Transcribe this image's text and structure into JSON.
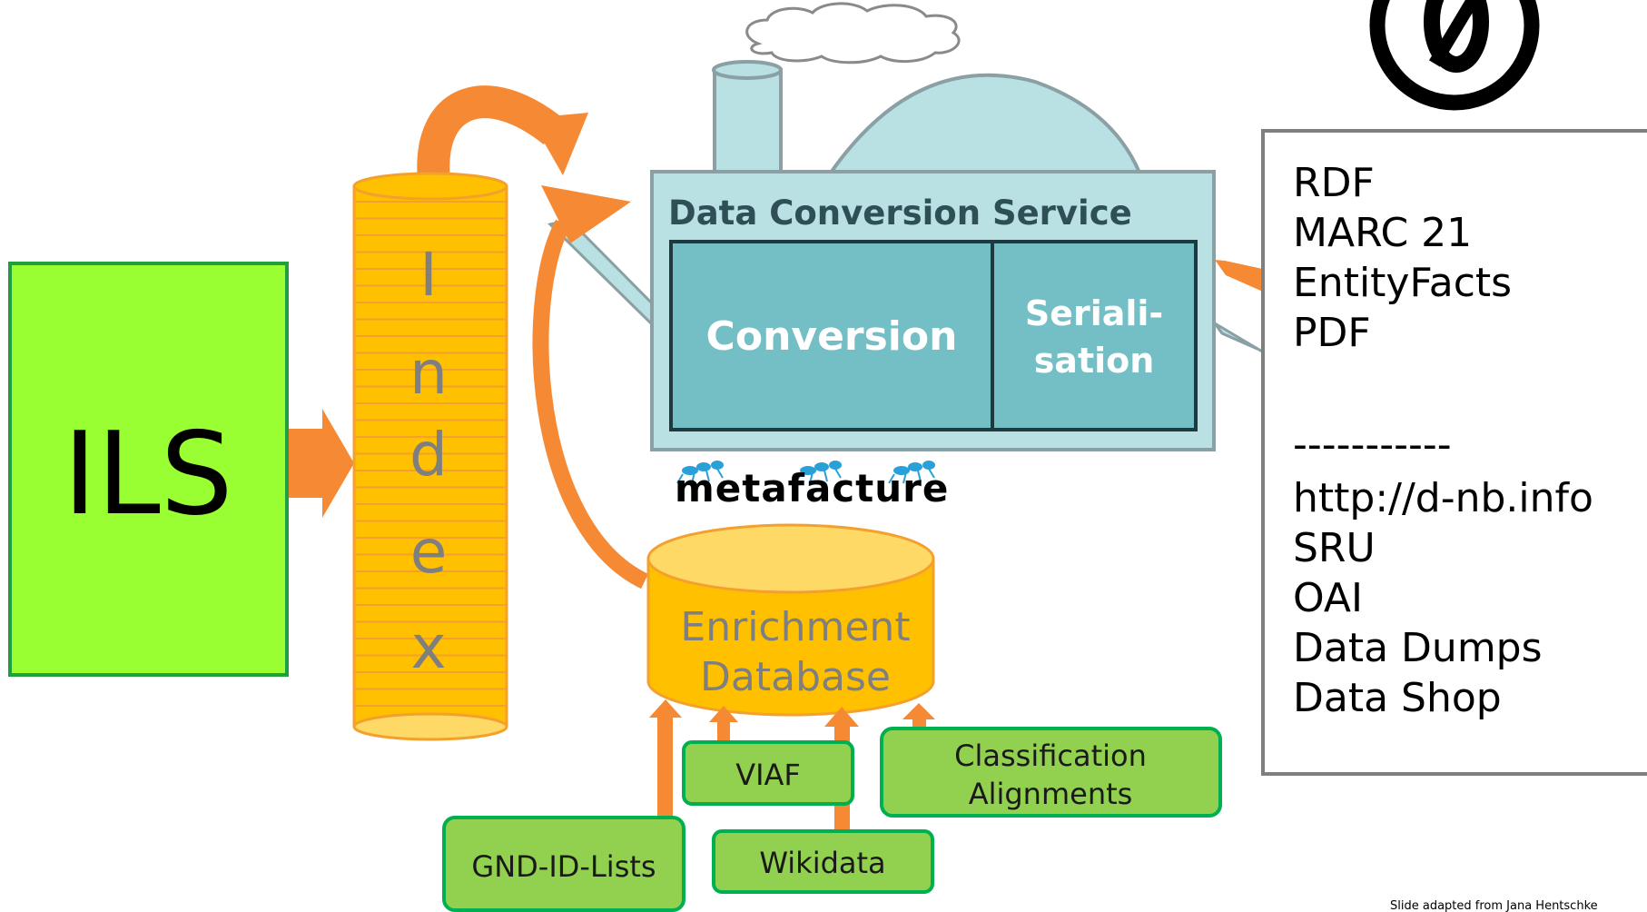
{
  "ils": {
    "label": "ILS"
  },
  "index": {
    "letters": [
      "I",
      "n",
      "d",
      "e",
      "x"
    ]
  },
  "service": {
    "title": "Data Conversion Service",
    "conversion": "Conversion",
    "serialisation_line1": "Seriali-",
    "serialisation_line2": "sation"
  },
  "metafacture": {
    "label": "metafacture"
  },
  "enrichment": {
    "line1": "Enrichment",
    "line2": "Database"
  },
  "sources": {
    "viaf": "VIAF",
    "classification_line1": "Classification",
    "classification_line2": "Alignments",
    "gnd": "GND-ID-Lists",
    "wikidata": "Wikidata"
  },
  "outputs": {
    "formats": [
      "RDF",
      "MARC 21",
      "EntityFacts",
      "PDF"
    ],
    "separator": "-----------",
    "channels": [
      "http://d-nb.info",
      "SRU",
      "OAI",
      "Data Dumps",
      "Data Shop"
    ]
  },
  "credit": "Slide adapted from Jana Hentschke",
  "colors": {
    "ils_fill": "#99ff33",
    "index_fill": "#ffc000",
    "arrow": "#f68934",
    "factory_light": "#b9e0e3",
    "factory_dark": "#74bec5",
    "source_fill": "#92d050",
    "source_border": "#00b050"
  }
}
